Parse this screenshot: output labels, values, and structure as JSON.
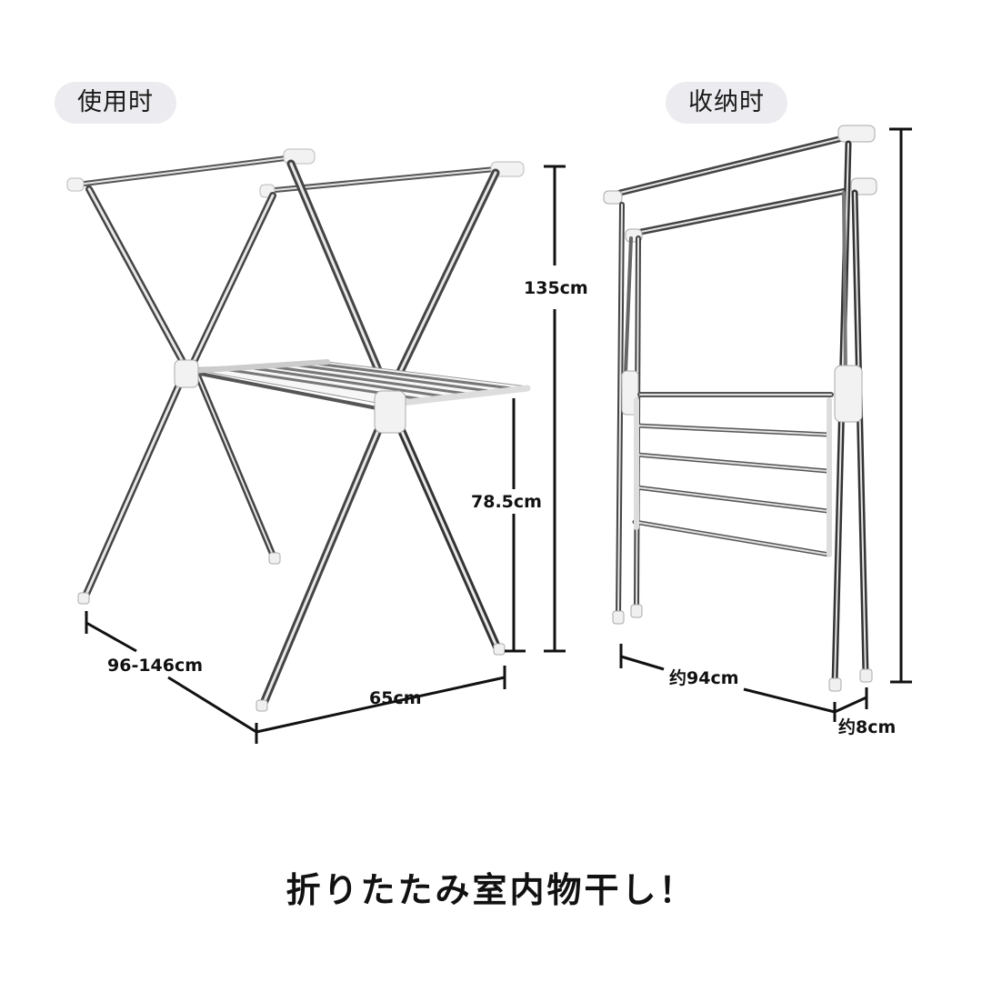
{
  "labels": {
    "in_use": "使用时",
    "folded": "收纳时"
  },
  "dimensions": {
    "in_use": {
      "height_total": "135cm",
      "height_shelf": "78.5cm",
      "length": "96-146cm",
      "width": "65cm"
    },
    "folded": {
      "length": "约94cm",
      "depth": "约8cm"
    }
  },
  "caption": "折りたたみ室内物干し！",
  "colors": {
    "pill_bg": "#ececf0",
    "steel_dark": "#4a4a4a",
    "steel_light": "#d8d8d8",
    "plastic_white": "#f2f2f2",
    "dimension_line": "#111111"
  }
}
